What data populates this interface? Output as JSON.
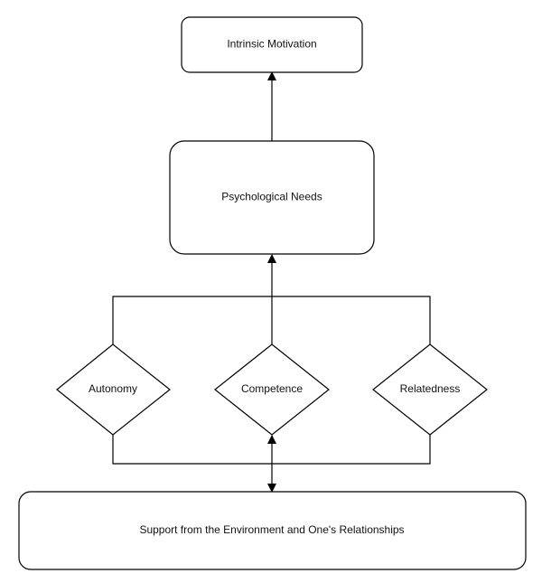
{
  "diagram": {
    "nodes": {
      "intrinsic_motivation": "Intrinsic Motivation",
      "psychological_needs": "Psychological Needs",
      "autonomy": "Autonomy",
      "competence": "Competence",
      "relatedness": "Relatedness",
      "support": "Support from the Environment and One's Relationships"
    }
  }
}
